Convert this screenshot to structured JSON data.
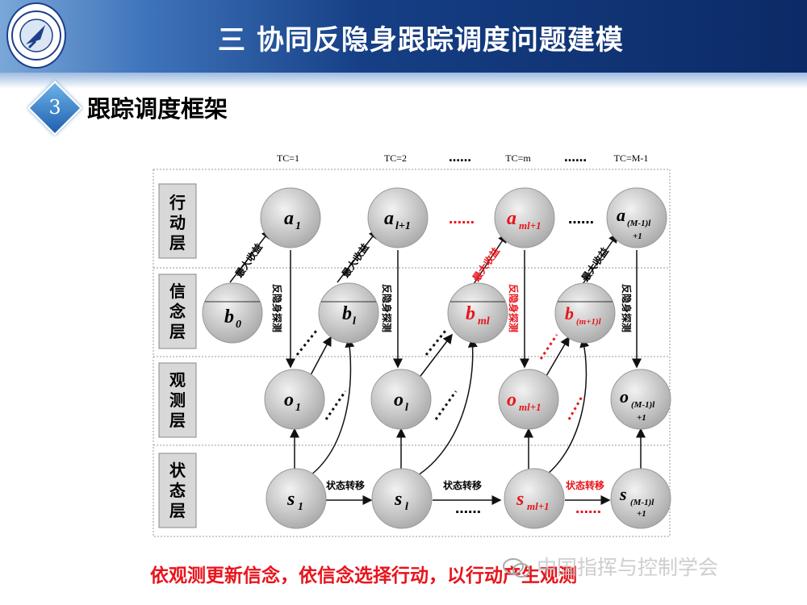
{
  "header": {
    "title": "三  协同反隐身跟踪调度问题建模"
  },
  "section": {
    "number": "3",
    "title": "跟踪调度框架"
  },
  "diagram": {
    "time_labels": [
      "TC=1",
      "TC=2",
      "TC=m",
      "TC=M-1"
    ],
    "layers": [
      {
        "id": "action",
        "label": "行动层"
      },
      {
        "id": "belief",
        "label": "信念层"
      },
      {
        "id": "observe",
        "label": "观测层"
      },
      {
        "id": "state",
        "label": "状态层"
      }
    ],
    "nodes": {
      "a1": "a",
      "a1_sub": "1",
      "al": "a",
      "al_sub": "l+1",
      "am": "a",
      "am_sub": "ml+1",
      "aM": "a",
      "aM_sub": "(M-1)l",
      "aM_sub2": "+1",
      "b0": "b",
      "b0_sub": "0",
      "bl": "b",
      "bl_sub": "l",
      "bm": "b",
      "bm_sub": "ml",
      "bM": "b",
      "bM_sub": "(m+1)l",
      "o1": "o",
      "o1_sub": "1",
      "ol": "o",
      "ol_sub": "l",
      "om": "o",
      "om_sub": "ml+1",
      "oM": "o",
      "oM_sub": "(M-1)l",
      "oM_sub2": "+1",
      "s1": "s",
      "s1_sub": "1",
      "sl": "s",
      "sl_sub": "l",
      "sm": "s",
      "sm_sub": "ml+1",
      "sM": "s",
      "sM_sub": "(M-1)l",
      "sM_sub2": "+1"
    },
    "edge_labels": {
      "max_gain": "最大收益",
      "anti_stealth": "反隐身探测",
      "state_transfer": "状态转移"
    },
    "ellipsis": "……",
    "colors": {
      "highlight": "#e8141c",
      "node": "#c8c8c8",
      "text": "#111111"
    }
  },
  "footer": {
    "conclusion": "依观测更新信念，依信念选择行动，以行动产生观测",
    "watermark": "中国指挥与控制学会"
  }
}
